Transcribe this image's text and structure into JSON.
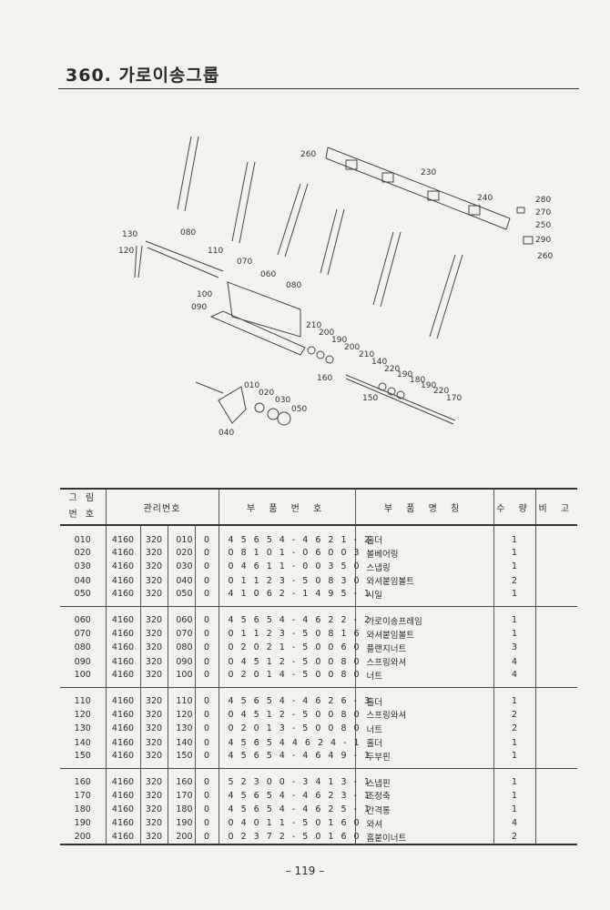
{
  "page": {
    "title": "360. 가로이송그룹",
    "page_number": "– 119 –"
  },
  "diagram": {
    "labels": [
      "260",
      "230",
      "240",
      "280",
      "270",
      "250",
      "290",
      "260",
      "130",
      "080",
      "120",
      "110",
      "070",
      "060",
      "080",
      "100",
      "090",
      "210",
      "200",
      "190",
      "200",
      "210",
      "140",
      "220",
      "160",
      "190",
      "180",
      "190",
      "220",
      "170",
      "150",
      "010",
      "020",
      "030",
      "050",
      "040"
    ]
  },
  "table": {
    "headers": {
      "fig_no": [
        "그 림",
        "번 호"
      ],
      "mgmt_no": "관리번호",
      "part_no": "부 품 번 호",
      "part_name": "부 품 명 칭",
      "qty": "수 량",
      "remarks": "비 고"
    },
    "groups": [
      [
        {
          "fig": "010",
          "a": "4160",
          "b": "320",
          "c": "010",
          "d": "0",
          "pn": "4 5 6 5 4 - 4 6 2 1 - 2",
          "name": "홀더",
          "qty": "1"
        },
        {
          "fig": "020",
          "a": "4160",
          "b": "320",
          "c": "020",
          "d": "0",
          "pn": "0 8 1 0 1 - 0 6 0 0 3",
          "name": "볼베어링",
          "qty": "1"
        },
        {
          "fig": "030",
          "a": "4160",
          "b": "320",
          "c": "030",
          "d": "0",
          "pn": "0 4 6 1 1 - 0 0 3 5 0",
          "name": "스냅링",
          "qty": "1"
        },
        {
          "fig": "040",
          "a": "4160",
          "b": "320",
          "c": "040",
          "d": "0",
          "pn": "0 1 1 2 3 - 5 0 8 3 0",
          "name": "와셔붙임볼트",
          "qty": "2"
        },
        {
          "fig": "050",
          "a": "4160",
          "b": "320",
          "c": "050",
          "d": "0",
          "pn": "4 1 0 6 2 - 1 4 9 5 - 1",
          "name": "시일",
          "qty": "1"
        }
      ],
      [
        {
          "fig": "060",
          "a": "4160",
          "b": "320",
          "c": "060",
          "d": "0",
          "pn": "4 5 6 5 4 - 4 6 2 2 - 2",
          "name": "가로이송프레임",
          "qty": "1"
        },
        {
          "fig": "070",
          "a": "4160",
          "b": "320",
          "c": "070",
          "d": "0",
          "pn": "0 1 1 2 3 - 5 0 8 1 6",
          "name": "와셔붙임볼트",
          "qty": "1"
        },
        {
          "fig": "080",
          "a": "4160",
          "b": "320",
          "c": "080",
          "d": "0",
          "pn": "0 2 0 2 1 - 5 0 0 6 0",
          "name": "플랜지너트",
          "qty": "3"
        },
        {
          "fig": "090",
          "a": "4160",
          "b": "320",
          "c": "090",
          "d": "0",
          "pn": "0 4 5 1 2 - 5 0 0 8 0",
          "name": "스프링와셔",
          "qty": "4"
        },
        {
          "fig": "100",
          "a": "4160",
          "b": "320",
          "c": "100",
          "d": "0",
          "pn": "0 2 0 1 4 - 5 0 0 8 0",
          "name": "너트",
          "qty": "4"
        }
      ],
      [
        {
          "fig": "110",
          "a": "4160",
          "b": "320",
          "c": "110",
          "d": "0",
          "pn": "4 5 6 5 4 - 4 6 2 6 - 3",
          "name": "홀더",
          "qty": "1"
        },
        {
          "fig": "120",
          "a": "4160",
          "b": "320",
          "c": "120",
          "d": "0",
          "pn": "0 4 5 1 2 - 5 0 0 8 0",
          "name": "스프링와셔",
          "qty": "2"
        },
        {
          "fig": "130",
          "a": "4160",
          "b": "320",
          "c": "130",
          "d": "0",
          "pn": "0 2 0 1 3 - 5 0 0 8 0",
          "name": "너트",
          "qty": "2"
        },
        {
          "fig": "140",
          "a": "4160",
          "b": "320",
          "c": "140",
          "d": "0",
          "pn": "4 5 6 5 4 4 6 2 4 - 1",
          "name": "홀더",
          "qty": "1"
        },
        {
          "fig": "150",
          "a": "4160",
          "b": "320",
          "c": "150",
          "d": "0",
          "pn": "4 5 6 5 4 - 4 6 4 9 - 1",
          "name": "두부핀",
          "qty": "1"
        }
      ],
      [
        {
          "fig": "160",
          "a": "4160",
          "b": "320",
          "c": "160",
          "d": "0",
          "pn": "5 2 3 0 0 - 3 4 1 3 - 1",
          "name": "스냅핀",
          "qty": "1"
        },
        {
          "fig": "170",
          "a": "4160",
          "b": "320",
          "c": "170",
          "d": "0",
          "pn": "4 5 6 5 4 - 4 6 2 3 - 1",
          "name": "조정축",
          "qty": "1"
        },
        {
          "fig": "180",
          "a": "4160",
          "b": "320",
          "c": "180",
          "d": "0",
          "pn": "4 5 6 5 4 - 4 6 2 5 - 1",
          "name": "간격통",
          "qty": "1"
        },
        {
          "fig": "190",
          "a": "4160",
          "b": "320",
          "c": "190",
          "d": "0",
          "pn": "0 4 0 1 1 - 5 0 1 6 0",
          "name": "와셔",
          "qty": "4"
        },
        {
          "fig": "200",
          "a": "4160",
          "b": "320",
          "c": "200",
          "d": "0",
          "pn": "0 2 3 7 2 - 5 0 1 6 0",
          "name": "홈붙이너트",
          "qty": "2"
        }
      ]
    ]
  }
}
